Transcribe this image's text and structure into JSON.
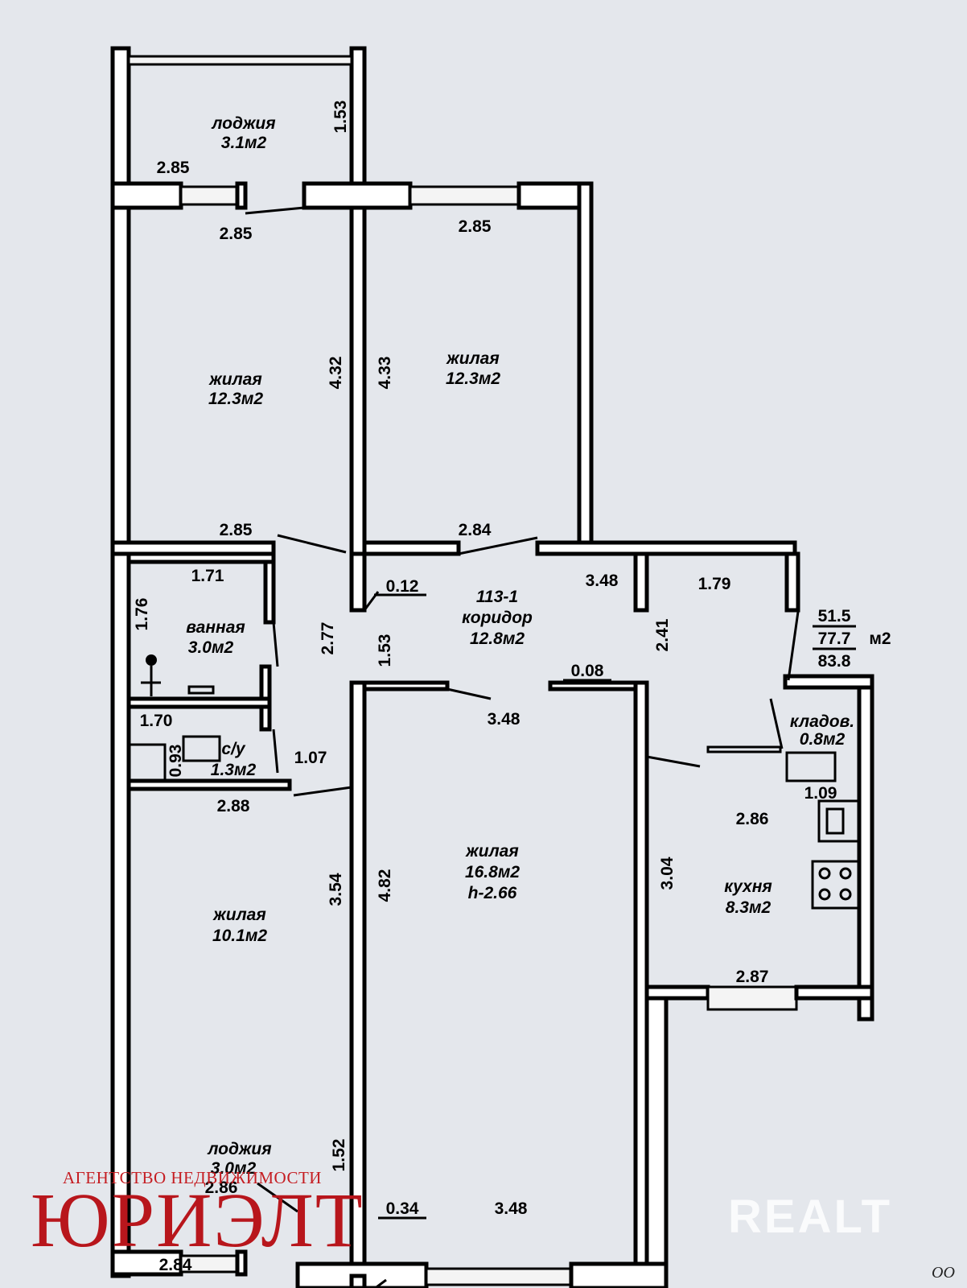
{
  "rooms": {
    "loggia_top": {
      "name": "лоджия",
      "area": "3.1м2"
    },
    "living_top_left": {
      "name": "жилая",
      "area": "12.3м2"
    },
    "living_top_right": {
      "name": "жилая",
      "area": "12.3м2"
    },
    "corridor": {
      "code": "113-1",
      "name": "коридор",
      "area": "12.8м2"
    },
    "bathroom": {
      "name": "ванная",
      "area": "3.0м2"
    },
    "wc": {
      "name": "с/у",
      "area": "1.3м2"
    },
    "storage": {
      "name": "кладов.",
      "area": "0.8м2"
    },
    "kitchen": {
      "name": "кухня",
      "area": "8.3м2"
    },
    "living_big": {
      "name": "жилая",
      "area": "16.8м2",
      "height": "h-2.66"
    },
    "living_bottom_left": {
      "name": "жилая",
      "area": "10.1м2"
    },
    "loggia_bottom": {
      "name": "лоджия",
      "area": "3.0м2"
    }
  },
  "totals": {
    "first": "51.5",
    "second": "77.7",
    "unit": "м2",
    "third": "83.8"
  },
  "dims": {
    "d1": "1.53",
    "d2": "2.85",
    "d3": "2.85",
    "d4": "2.85",
    "d5": "4.32",
    "d6": "4.33",
    "d7": "2.85",
    "d8": "2.84",
    "d9": "1.71",
    "d10": "0.12",
    "d11": "3.48",
    "d12": "1.79",
    "d13": "1.76",
    "d14": "2.77",
    "d15": "1.53",
    "d16": "2.41",
    "d17": "0.08",
    "d18": "1.70",
    "d19": "3.48",
    "d20": "0.93",
    "d21": "1.07",
    "d22": "2.88",
    "d23": "1.09",
    "d24": "2.86",
    "d25": "3.54",
    "d26": "4.82",
    "d27": "3.04",
    "d28": "2.87",
    "d29": "2.86",
    "d30": "0.34",
    "d31": "3.48",
    "d32": "2.84",
    "d33": "1.52"
  },
  "agency": {
    "small": "АГЕНТСТВО НЕДВИЖИМОСТИ",
    "big": "ЮРИЭЛТ"
  },
  "watermark": "REALT",
  "signature": "ОО"
}
